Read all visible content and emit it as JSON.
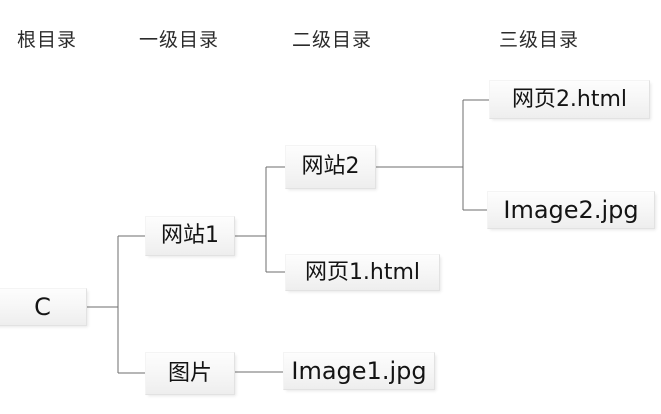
{
  "diagram": {
    "title_headers": [
      {
        "id": "root",
        "label": "根目录"
      },
      {
        "id": "lvl1",
        "label": "一级目录"
      },
      {
        "id": "lvl2",
        "label": "二级目录"
      },
      {
        "id": "lvl3",
        "label": "三级目录"
      }
    ],
    "nodes": [
      {
        "id": "c",
        "label": "C",
        "level": 0
      },
      {
        "id": "site1",
        "label": "网站1",
        "level": 1
      },
      {
        "id": "pics",
        "label": "图片",
        "level": 1
      },
      {
        "id": "site2",
        "label": "网站2",
        "level": 2
      },
      {
        "id": "page1",
        "label": "网页1.html",
        "level": 2
      },
      {
        "id": "img1",
        "label": "Image1.jpg",
        "level": 2
      },
      {
        "id": "page2",
        "label": "网页2.html",
        "level": 3
      },
      {
        "id": "img2",
        "label": "Image2.jpg",
        "level": 3
      }
    ],
    "edges": [
      {
        "from": "c",
        "to": "site1"
      },
      {
        "from": "c",
        "to": "pics"
      },
      {
        "from": "site1",
        "to": "site2"
      },
      {
        "from": "site1",
        "to": "page1"
      },
      {
        "from": "site2",
        "to": "page2"
      },
      {
        "from": "site2",
        "to": "img2"
      },
      {
        "from": "pics",
        "to": "img1"
      }
    ],
    "colors": {
      "background": "#ffffff",
      "line": "#6e6e6e",
      "node_fill_top": "#fdfdfd",
      "node_fill_bottom": "#eeeeee",
      "node_border": "#e2e2e2",
      "text": "#141414",
      "header_text": "#2b2b2b"
    }
  }
}
